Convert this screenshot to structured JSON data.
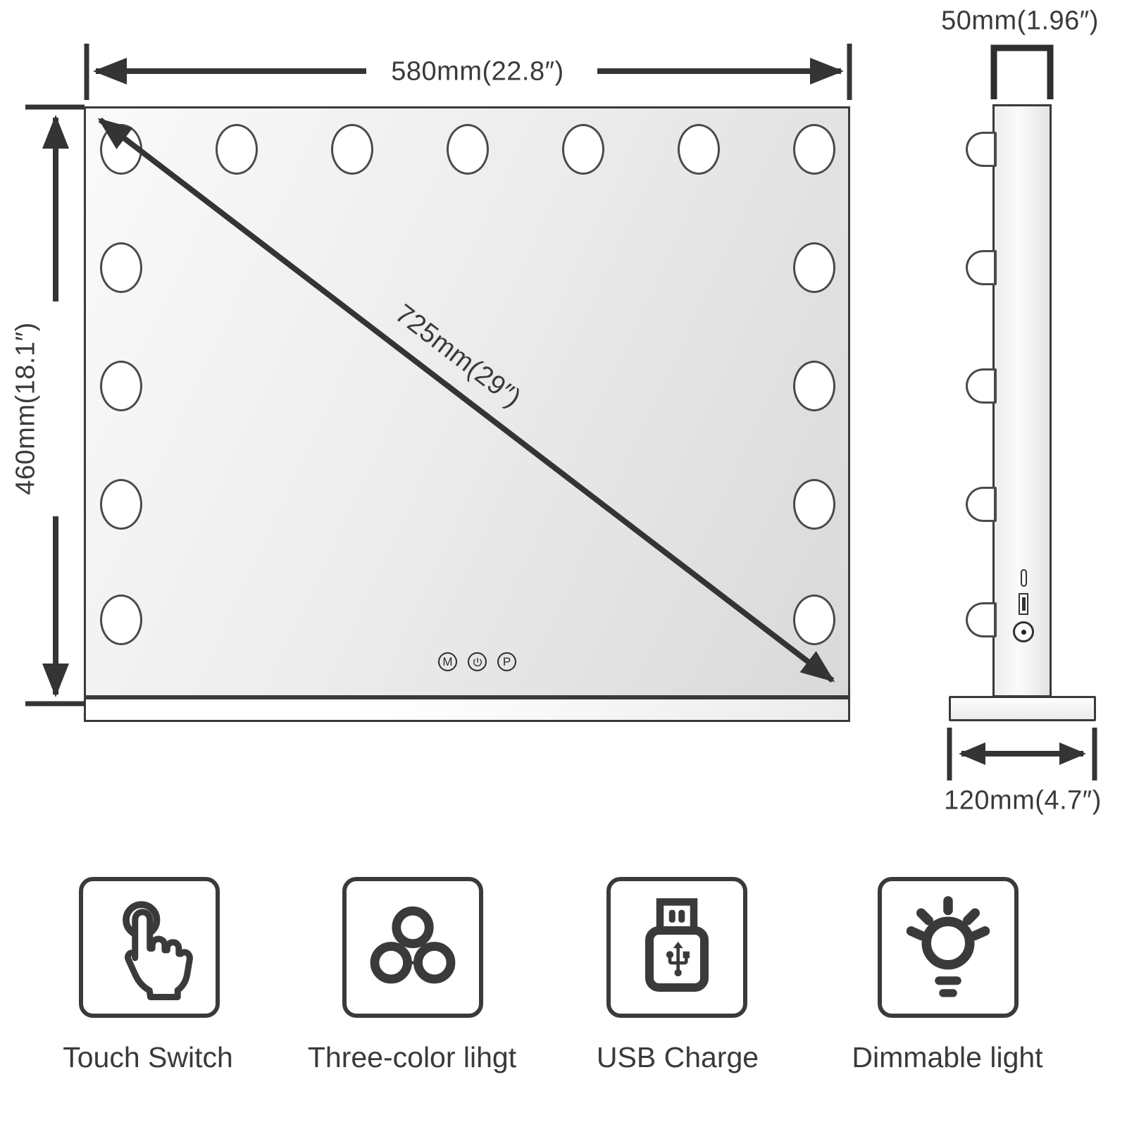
{
  "front_view": {
    "width_dim": "580mm(22.8″)",
    "height_dim": "460mm(18.1″)",
    "diagonal_dim": "725mm(29″)",
    "bulbs": {
      "top_row": 7,
      "left_column": 5,
      "right_column": 5,
      "total": 15
    },
    "touch_buttons": {
      "mode": "M",
      "power": "power-symbol",
      "p": "P"
    }
  },
  "side_view": {
    "depth_dim": "50mm(1.96″)",
    "base_width_dim": "120mm(4.7″)",
    "bulbs": 5,
    "ports": [
      "usb-c-port",
      "usb-a-port",
      "dc-jack"
    ]
  },
  "features": [
    {
      "icon": "touch-hand-icon",
      "label": "Touch Switch"
    },
    {
      "icon": "three-color-light-icon",
      "label": "Three-color lihgt"
    },
    {
      "icon": "usb-plug-icon",
      "label": "USB Charge"
    },
    {
      "icon": "dimmable-light-icon",
      "label": "Dimmable light"
    }
  ],
  "colors": {
    "line": "#3a3a3a",
    "background": "#ffffff",
    "mirror_fill_light": "#fafafa",
    "mirror_fill_dark": "#d9d9d9"
  }
}
